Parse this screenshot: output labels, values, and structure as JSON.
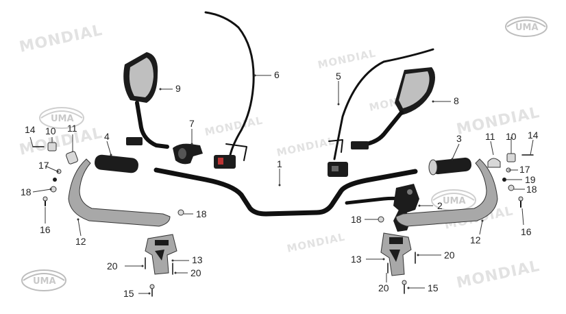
{
  "watermarks": {
    "brand": "MONDIAL",
    "logo": "UMA"
  },
  "callouts": {
    "c1": "1",
    "c2": "2",
    "c3": "3",
    "c4": "4",
    "c5": "5",
    "c6": "6",
    "c7": "7",
    "c8": "8",
    "c9": "9",
    "c10_left": "10",
    "c10_right": "10",
    "c11_left": "11",
    "c11_right": "11",
    "c12_left": "12",
    "c12_right": "12",
    "c13_left": "13",
    "c13_right": "13",
    "c14_left": "14",
    "c14_right": "14",
    "c15_left": "15",
    "c15_right": "15",
    "c16_left": "16",
    "c16_right": "16",
    "c17_left": "17",
    "c17_right": "17",
    "c18_left": "18",
    "c18_mid_left": "18",
    "c18_mid_right": "18",
    "c18_right": "18",
    "c19": "19",
    "c20_left_a": "20",
    "c20_left_b": "20",
    "c20_right_a": "20",
    "c20_right_b": "20"
  }
}
